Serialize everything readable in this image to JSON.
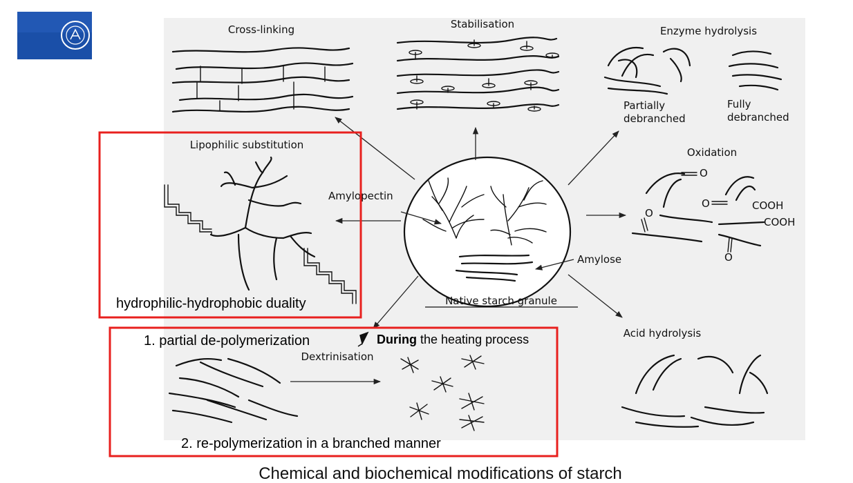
{
  "logo": {
    "icon": "university-seal-icon",
    "color": "#1a4fa8"
  },
  "diagram": {
    "center": {
      "amylopectin": "Amylopectin",
      "amylose": "Amylose",
      "granule": "Native starch granule"
    },
    "modifications": {
      "crosslinking": "Cross-linking",
      "stabilisation": "Stabilisation",
      "enzyme": "Enzyme hydrolysis",
      "partially": [
        "Partially",
        "debranched"
      ],
      "fully": [
        "Fully",
        "debranched"
      ],
      "oxidation": "Oxidation",
      "lipophilic": "Lipophilic substitution",
      "acid": "Acid hydrolysis",
      "dextrinisation": "Dextrinisation"
    },
    "chem": {
      "o": "O",
      "cooh": "COOH"
    },
    "annotations": {
      "duality": "hydrophilic-hydrophobic duality",
      "depoly": "1. partial de-polymerization",
      "during_bold": "During",
      "during_rest": " the heating process",
      "repoly": "2. re-polymerization in a branched manner"
    },
    "highlight_color": "#e8201e"
  },
  "caption": "Chemical and biochemical modifications of starch"
}
